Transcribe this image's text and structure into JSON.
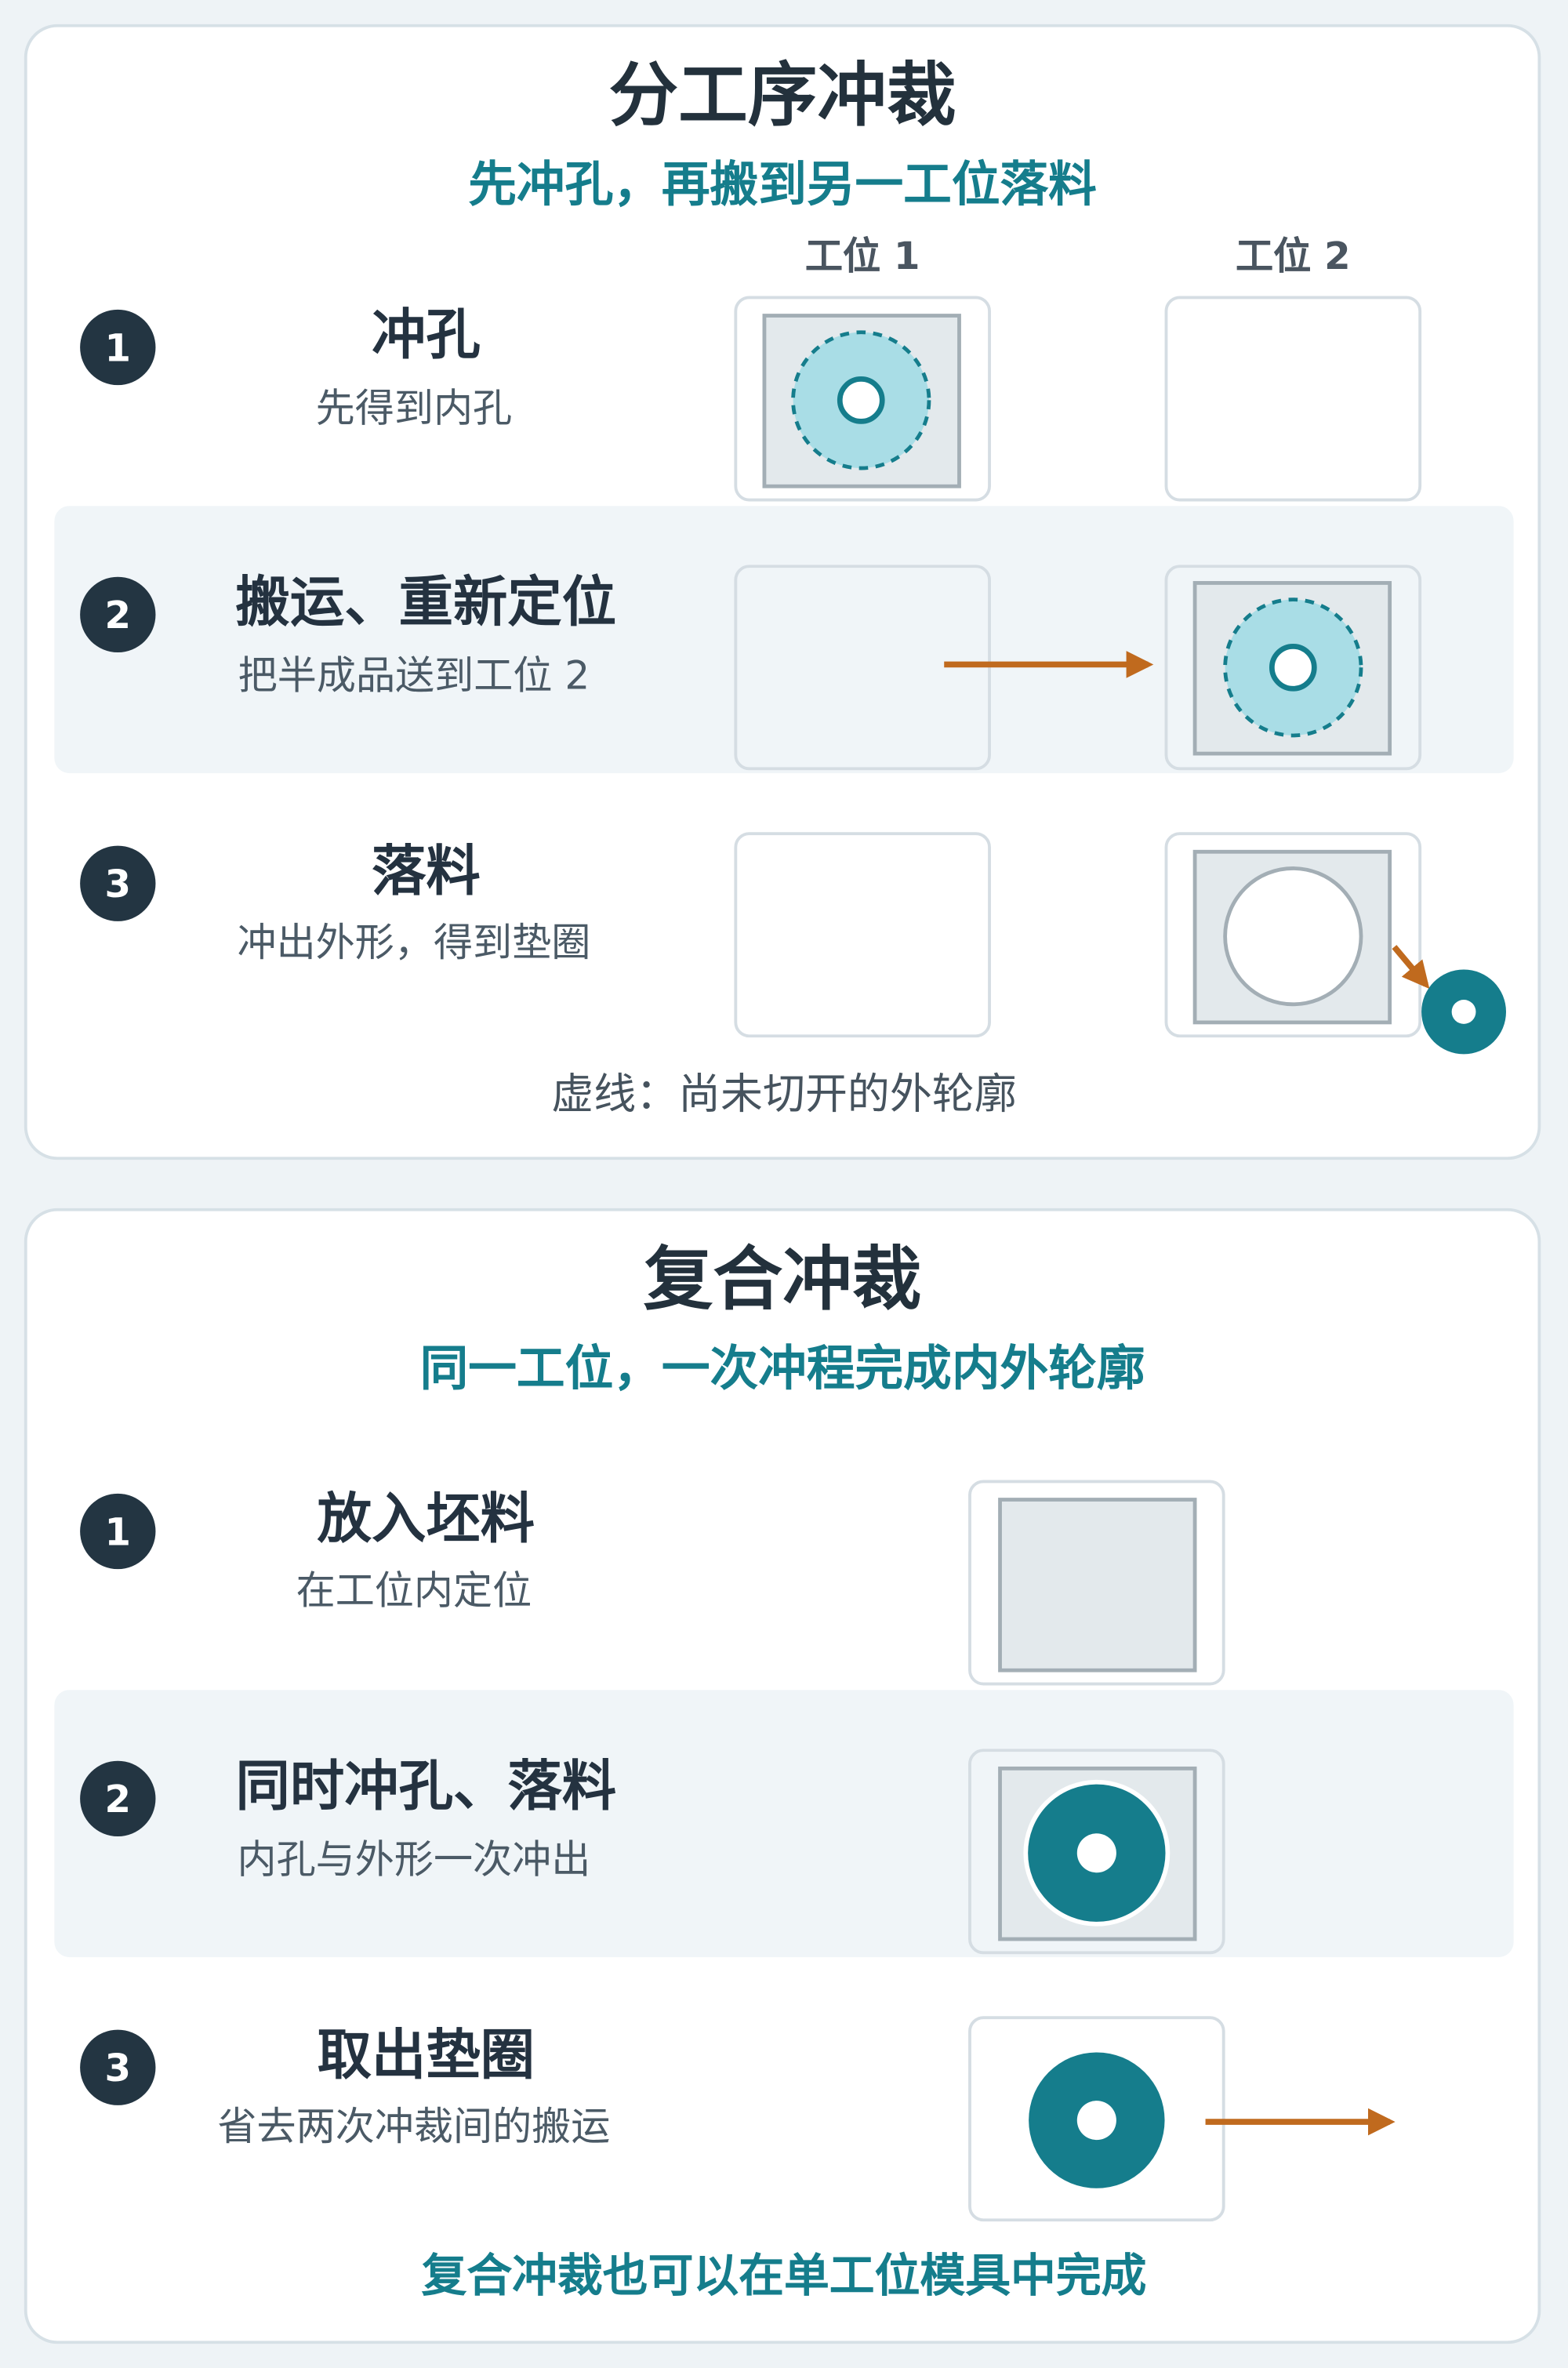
{
  "sequential": {
    "title": "分工序冲裁",
    "subtitle": "先冲孔，再搬到另一工位落料",
    "station_labels": [
      "工位 1",
      "工位 2"
    ],
    "steps": [
      {
        "number": "1",
        "title": "冲孔",
        "desc": "先得到内孔"
      },
      {
        "number": "2",
        "title": "搬运、重新定位",
        "desc": "把半成品送到工位 2"
      },
      {
        "number": "3",
        "title": "落料",
        "desc": "冲出外形，得到垫圈"
      }
    ],
    "note": "虚线：尚未切开的外轮廓"
  },
  "compound": {
    "title": "复合冲裁",
    "subtitle": "同一工位，一次冲程完成内外轮廓",
    "steps": [
      {
        "number": "1",
        "title": "放入坯料",
        "desc": "在工位内定位"
      },
      {
        "number": "2",
        "title": "同时冲孔、落料",
        "desc": "内孔与外形一次冲出"
      },
      {
        "number": "3",
        "title": "取出垫圈",
        "desc": "省去两次冲裁间的搬运"
      }
    ],
    "footer": "复合冲裁也可以在单工位模具中完成"
  },
  "colors": {
    "teal": "#157d8c",
    "dark": "#233542",
    "arrow": "#c06a1e",
    "blank_fill": "#e3e9ec",
    "blank_stroke": "#a3aeb5",
    "dashed_fill": "#a9dde6"
  }
}
